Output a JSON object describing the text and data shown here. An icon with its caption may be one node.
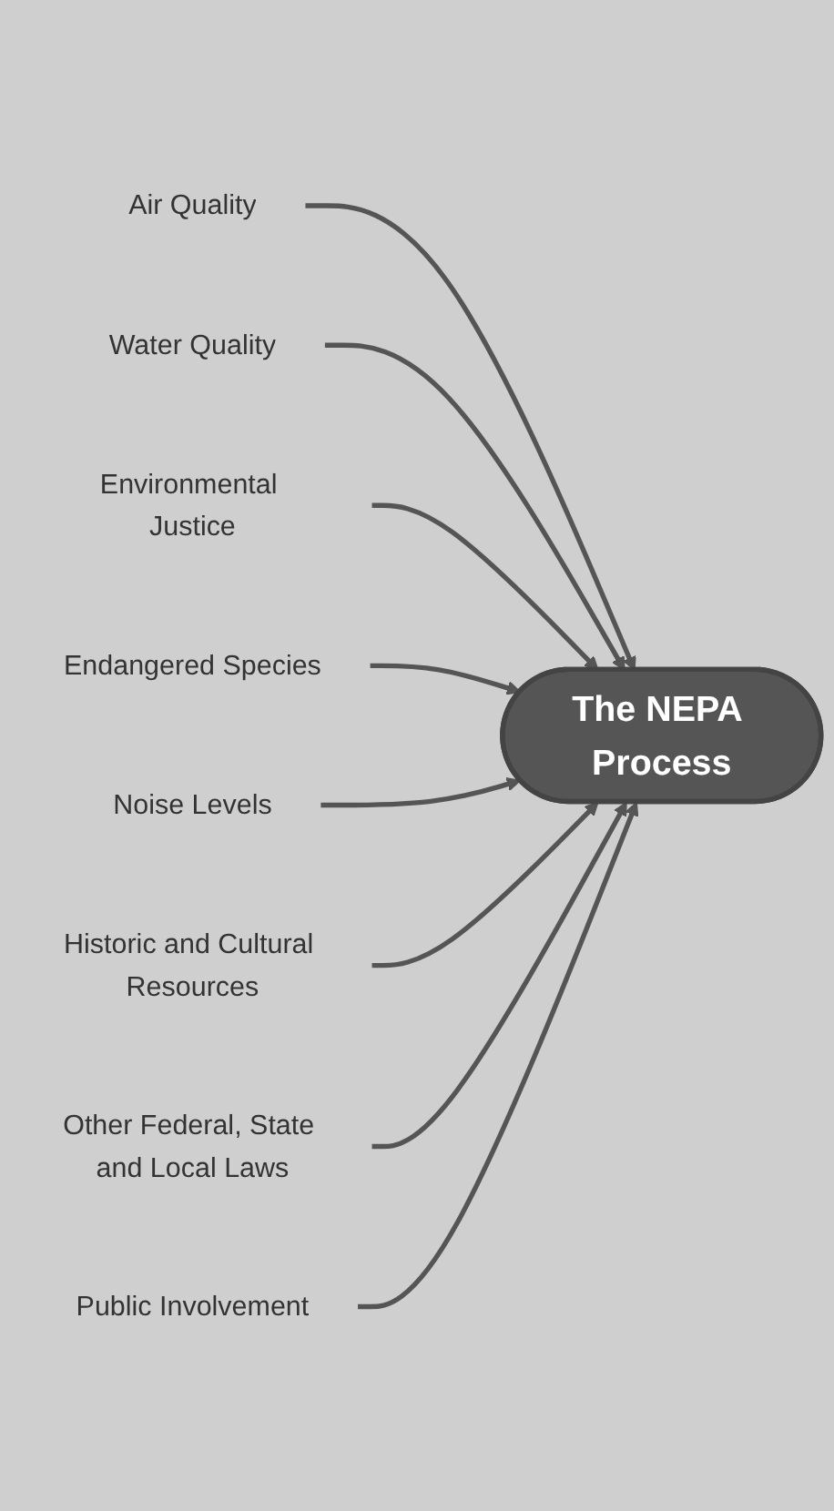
{
  "diagram": {
    "nodes": [
      {
        "text": [
          "Air Quality"
        ]
      },
      {
        "text": [
          "Water Quality"
        ]
      },
      {
        "text": [
          "Environmental Justice"
        ]
      },
      {
        "text": [
          "Endangered Species"
        ]
      },
      {
        "text": [
          "Noise Levels"
        ]
      },
      {
        "text": [
          "Historic and Cultural Resources"
        ]
      },
      {
        "text": [
          "Other Federal, State and Local Laws"
        ]
      },
      {
        "text": [
          "Public Involvement"
        ]
      },
      {
        "text": [
          "The NEPA Process"
        ]
      }
    ],
    "edges": [
      {
        "from": 0,
        "to": 8,
        "arrow": "to"
      },
      {
        "from": 1,
        "to": 8,
        "arrow": "to"
      },
      {
        "from": 2,
        "to": 8,
        "arrow": "to"
      },
      {
        "from": 3,
        "to": 8,
        "arrow": "to"
      },
      {
        "from": 4,
        "to": 8,
        "arrow": "to"
      },
      {
        "from": 5,
        "to": 8,
        "arrow": "to"
      },
      {
        "from": 6,
        "to": 8,
        "arrow": "to"
      },
      {
        "from": 7,
        "to": 8,
        "arrow": "to"
      }
    ]
  }
}
